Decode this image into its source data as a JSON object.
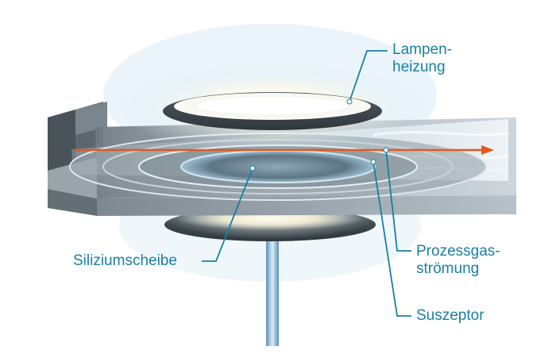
{
  "labels": {
    "lamp_line1": "Lampen-",
    "lamp_line2": "heizung",
    "wafer": "Siliziumscheibe",
    "gas_line1": "Prozessgas-",
    "gas_line2": "strömung",
    "susceptor": "Suszeptor"
  },
  "colors": {
    "label_text": "#1a7fa0",
    "leader_line": "#1a7fa0",
    "flow_arrow": "#e05a1e",
    "plate": "#8a9298",
    "lamp_glow": "#fffbe6"
  }
}
